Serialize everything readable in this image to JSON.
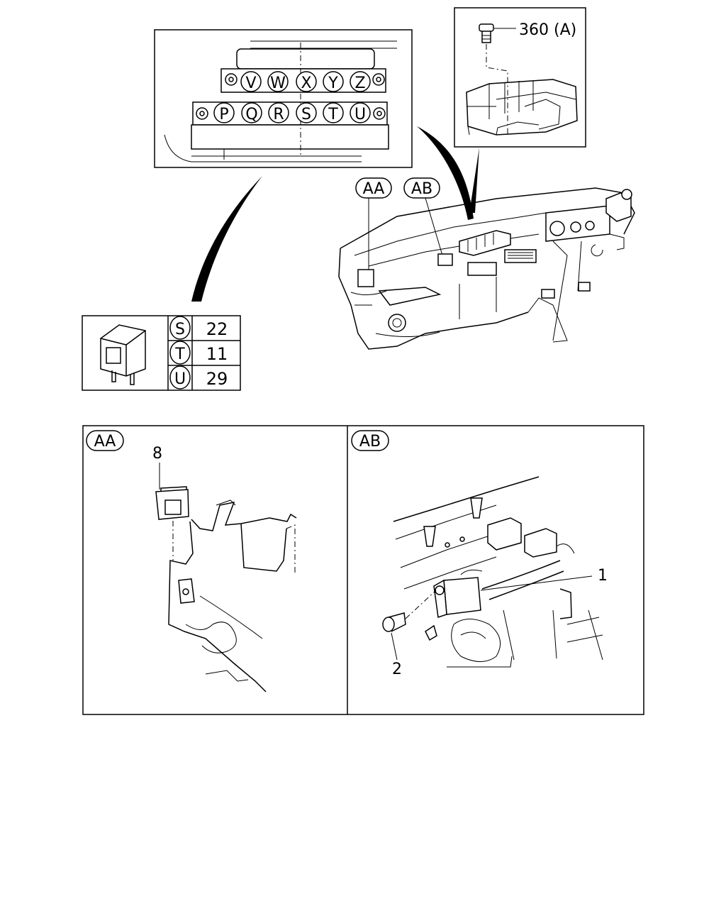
{
  "connector_pins": {
    "top_row": [
      "V",
      "W",
      "X",
      "Y",
      "Z"
    ],
    "bottom_row": [
      "P",
      "Q",
      "R",
      "S",
      "T",
      "U"
    ]
  },
  "bolt_callout": {
    "label": "360 (A)"
  },
  "view_labels": {
    "aa": "AA",
    "ab": "AB"
  },
  "relay_table": {
    "rows": [
      {
        "pin": "S",
        "part": "22"
      },
      {
        "pin": "T",
        "part": "11"
      },
      {
        "pin": "U",
        "part": "29"
      }
    ]
  },
  "detail_aa": {
    "title": "AA",
    "callout": "8"
  },
  "detail_ab": {
    "title": "AB",
    "callout_relay": "1",
    "callout_bolt": "2"
  }
}
